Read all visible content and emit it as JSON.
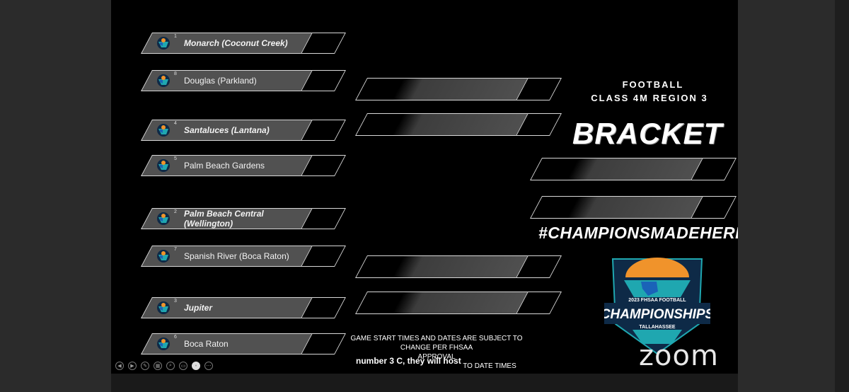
{
  "bracket": {
    "sport": "FOOTBALL",
    "region": "CLASS 4M REGION 3",
    "title": "BRACKET",
    "hashtag": "#CHAMPIONSMADEHERE",
    "teams": [
      {
        "seed": "1",
        "name": "Monarch (Coconut Creek)",
        "bold": true
      },
      {
        "seed": "8",
        "name": "Douglas (Parkland)",
        "bold": false
      },
      {
        "seed": "4",
        "name": "Santaluces (Lantana)",
        "bold": true
      },
      {
        "seed": "5",
        "name": "Palm Beach Gardens",
        "bold": false
      },
      {
        "seed": "2",
        "name": "Palm Beach Central (Wellington)",
        "bold": true
      },
      {
        "seed": "7",
        "name": "Spanish River (Boca Raton)",
        "bold": false
      },
      {
        "seed": "3",
        "name": "Jupiter",
        "bold": true
      },
      {
        "seed": "6",
        "name": "Boca Raton",
        "bold": false
      }
    ],
    "disclaimer_line1": "GAME START TIMES AND DATES ARE SUBJECT TO CHANGE PER FHSAA",
    "disclaimer_line2": "APPROVAL",
    "disclaimer_line3": "TO DATE TIMES"
  },
  "badge": {
    "year_text": "2023 FHSAA FOOTBALL",
    "word": "CHAMPIONSHIPS",
    "city": "TALLAHASSEE",
    "colors": {
      "teal": "#1fa7b0",
      "orange": "#f0932b",
      "navy": "#0e2a47",
      "blue": "#1a63b8"
    }
  },
  "meeting": {
    "caption": "number 3 C, they will host",
    "watermark": "zoom"
  },
  "toolbar": [
    "previous-icon",
    "play-icon",
    "pen-icon",
    "grid-icon",
    "search-icon",
    "subtitles-icon",
    "more-icon",
    "menu-icon"
  ]
}
